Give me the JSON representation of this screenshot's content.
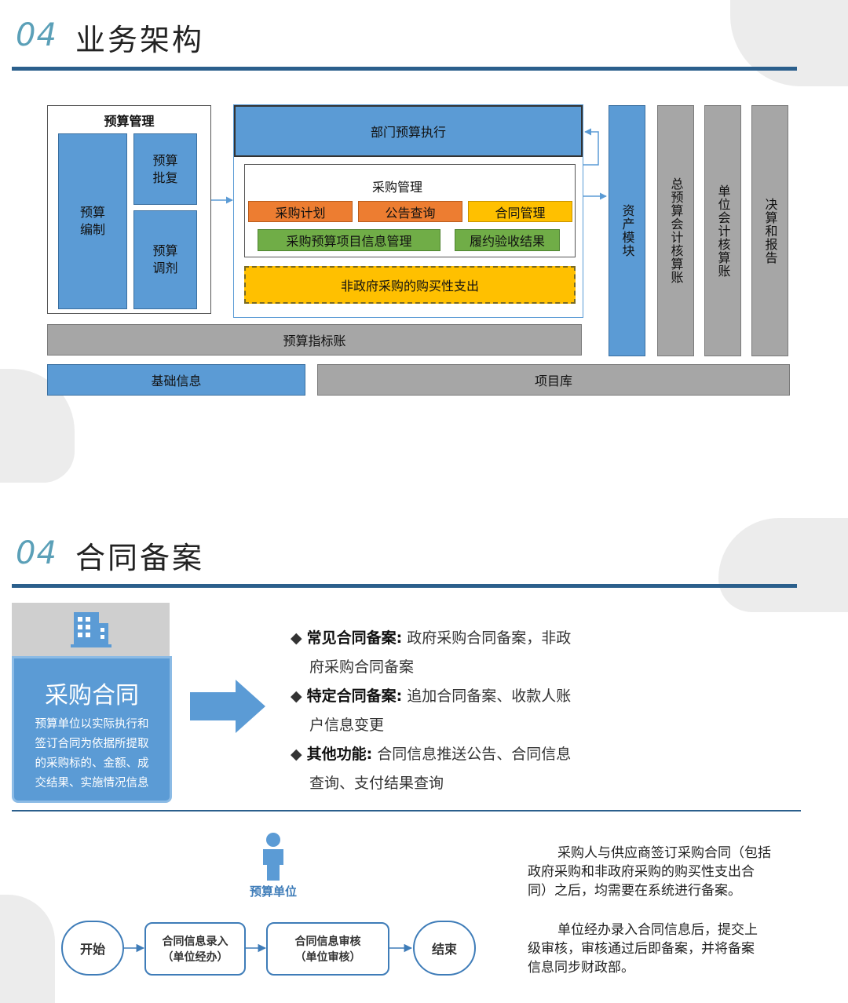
{
  "section1": {
    "num": "04",
    "title": "业务架构",
    "budget_mgmt": {
      "title": "预算管理",
      "compile_lines": [
        "预算",
        "编制"
      ],
      "approve_lines": [
        "预算",
        "批复"
      ],
      "adjust_lines": [
        "预算",
        "调剂"
      ]
    },
    "dept_exec": "部门预算执行",
    "procurement": {
      "title": "采购管理",
      "plan": "采购计划",
      "notice": "公告查询",
      "contract": "合同管理",
      "budget_project": "采购预算项目信息管理",
      "acceptance": "履约验收结果"
    },
    "non_gov": "非政府采购的购买性支出",
    "budget_index": "预算指标账",
    "asset_module": "资产模块",
    "general_ledger": "总预算会计核算账",
    "unit_accounting": "单位会计核算账",
    "final_report": "决算和报告",
    "basic_info": "基础信息",
    "project_lib": "项目库"
  },
  "section2": {
    "num": "04",
    "title": "合同备案",
    "card_icon": "building-icon",
    "card_title": "采购合同",
    "card_desc_lines": [
      "预算单位以实际执行和",
      "签订合同为依据所提取",
      "的采购标的、金额、成",
      "交结果、实施情况信息"
    ],
    "bullets": [
      {
        "label": "常见合同备案:",
        "lines": [
          " 政府采购合同备案，非政",
          "府采购合同备案"
        ]
      },
      {
        "label": "特定合同备案:",
        "lines": [
          " 追加合同备案、收款人账",
          "户信息变更"
        ]
      },
      {
        "label": "其他功能:",
        "lines": [
          " 合同信息推送公告、合同信息",
          "查询、支付结果查询"
        ]
      }
    ],
    "actor_icon": "person-icon",
    "actor": "预算单位",
    "flow": {
      "start": "开始",
      "step1_line1": "合同信息录入",
      "step1_line2": "（单位经办）",
      "step2_line1": "合同信息审核",
      "step2_line2": "（单位审核）",
      "end": "结束"
    },
    "para1_lines": [
      "采购人与供应商签订采购合同（包括",
      "政府采购和非政府采购的购买性支出合",
      "同）之后，均需要在系统进行备案。"
    ],
    "para2_lines": [
      "单位经办录入合同信息后，提交上",
      "级审核，审核通过后即备案，并将备案",
      "信息同步财政部。"
    ]
  },
  "colors": {
    "blue": "#5b9bd5",
    "grey": "#a6a6a6",
    "orange": "#ed7d31",
    "gold": "#ffc000",
    "green": "#70ad47",
    "rule": "#2b5f8c"
  }
}
